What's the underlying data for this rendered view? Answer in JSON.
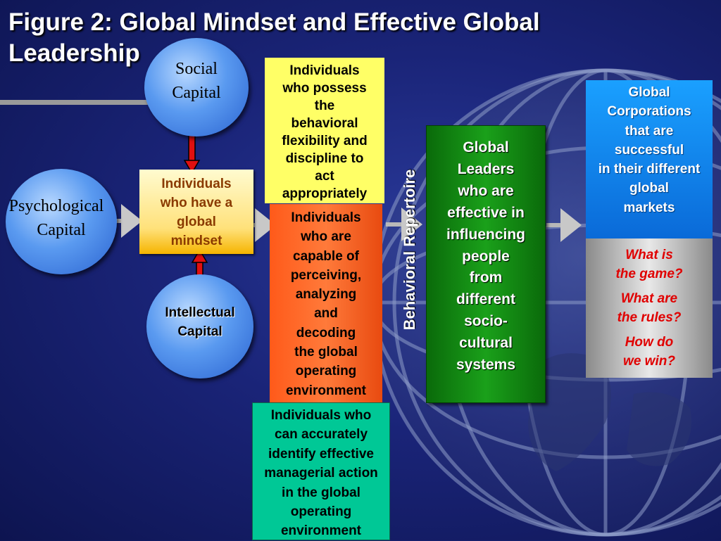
{
  "title": "Figure 2: Global Mindset and Effective Global Leadership",
  "nodes": {
    "social_capital": [
      "Social",
      "Capital"
    ],
    "psychological_capital": [
      "Psychological",
      "Capital"
    ],
    "intellectual_capital": [
      "Intellectual",
      "Capital"
    ],
    "global_mindset": [
      "Individuals",
      "who have a",
      "global",
      "mindset"
    ],
    "behavioral_flexibility": [
      "Individuals",
      "who possess",
      "the",
      "behavioral",
      "flexibility and",
      "discipline to",
      "act",
      "appropriately"
    ],
    "perceiving": [
      "Individuals",
      "who are",
      "capable of",
      "perceiving,",
      "analyzing",
      "and",
      "decoding",
      "the global",
      "operating",
      "environment"
    ],
    "identify_action": [
      "Individuals who",
      "can accurately",
      "identify effective",
      "managerial action",
      "in the global",
      "operating",
      "environment"
    ],
    "global_leaders": [
      "Global",
      "Leaders",
      "who are",
      "effective in",
      "influencing",
      "people",
      "from",
      "different",
      "socio-",
      "cultural",
      "systems"
    ],
    "global_corporations": [
      "Global",
      "Corporations",
      "that are",
      "successful",
      "in their different",
      "global",
      "markets"
    ],
    "questions": [
      [
        "What is",
        "the game?"
      ],
      [
        "What are",
        "the rules?"
      ],
      [
        "How do",
        "we win?"
      ]
    ]
  },
  "behavioral_repertoire": "Behavioral  Repertoire",
  "colors": {
    "background": "#1a2478",
    "arrow_red": "#e01010",
    "arrow_gray": "#b8b8b8",
    "question_text": "#e00000"
  }
}
